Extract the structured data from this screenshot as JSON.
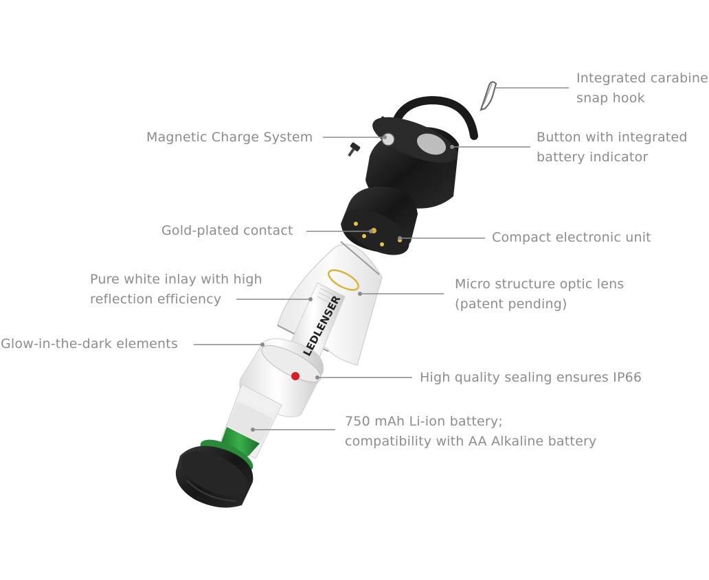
{
  "labels": {
    "carabiner": [
      "Integrated carabine",
      "snap hook"
    ],
    "magnetic": [
      "Magnetic Charge System"
    ],
    "button": [
      "Button with integrated",
      "battery indicator"
    ],
    "gold": [
      "Gold-plated contact"
    ],
    "electronic": [
      "Compact electronic unit"
    ],
    "inlay": [
      "Pure white inlay with high",
      "reflection efficiency"
    ],
    "optic": [
      "Micro structure optic lens",
      "(patent pending)"
    ],
    "glow": [
      "Glow-in-the-dark elements"
    ],
    "sealing": [
      "High quality sealing ensures IP66"
    ],
    "battery": [
      "750 mAh Li-ion battery;",
      "compatibility with AA Alkaline battery"
    ]
  },
  "product": {
    "brand_text": "LEDLENSER"
  },
  "colors": {
    "label_text": "#8c8c8c",
    "leader_line": "#8a8a8a",
    "housing_black": "#1e1e1e",
    "body_white": "#f4f4f4",
    "battery_green": "#2e9a3e",
    "gold": "#d9b23a",
    "accent_red": "#d61f26"
  },
  "icons": [
    "carabiner-hook-icon",
    "screw-icon"
  ]
}
